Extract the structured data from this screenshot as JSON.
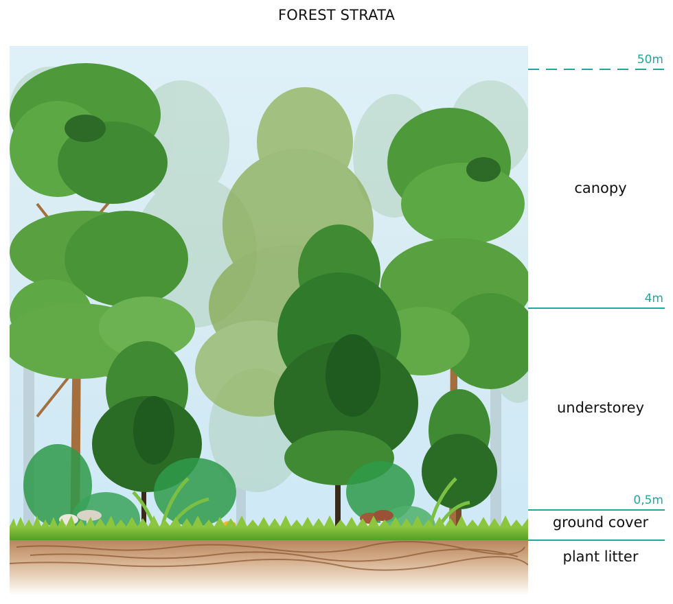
{
  "title": "FOREST STRATA",
  "height_markers": [
    {
      "label": "50m",
      "style": "dashed"
    },
    {
      "label": "4m",
      "style": "solid"
    },
    {
      "label": "0,5m",
      "style": "solid"
    },
    {
      "label": "",
      "style": "solid"
    }
  ],
  "strata": [
    {
      "name": "canopy"
    },
    {
      "name": "understorey"
    },
    {
      "name": "ground cover"
    },
    {
      "name": "plant litter"
    }
  ],
  "colors": {
    "accent_line": "#1fa79a",
    "sky": "#dff0f8",
    "canopy_green": "#5a9a3c",
    "dark_green": "#2f6b2a",
    "trunk": "#9a6a3c",
    "litter": "#c9a07a"
  }
}
